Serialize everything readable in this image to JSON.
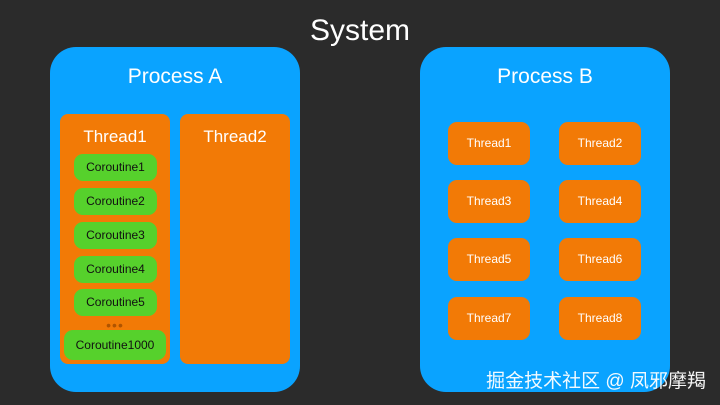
{
  "title": "System",
  "process_a": {
    "title": "Process A",
    "thread1": {
      "label": "Thread1",
      "coroutines": [
        "Coroutine1",
        "Coroutine2",
        "Coroutine3",
        "Coroutine4",
        "Coroutine5"
      ],
      "ellipsis": "•••",
      "last_coroutine": "Coroutine1000"
    },
    "thread2": {
      "label": "Thread2"
    }
  },
  "process_b": {
    "title": "Process B",
    "threads": [
      "Thread1",
      "Thread2",
      "Thread3",
      "Thread4",
      "Thread5",
      "Thread6",
      "Thread7",
      "Thread8"
    ]
  },
  "watermark": "掘金技术社区 @ 凤邪摩羯",
  "colors": {
    "background": "#2b2b2b",
    "process": "#0aa3ff",
    "thread": "#f27a06",
    "coroutine": "#56d12c"
  }
}
